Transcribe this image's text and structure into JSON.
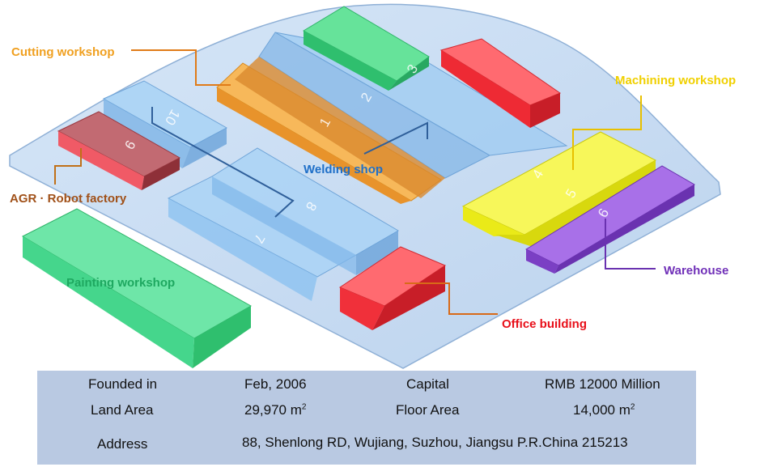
{
  "colors": {
    "ground": "#c9dcf2",
    "ground_stroke": "#8fb0d6",
    "cutting": "#f5a23a",
    "welding": "#9ecbf2",
    "green": "#52d88a",
    "red": "#f0303a",
    "machining": "#f2f224",
    "warehouse": "#8b4fd0",
    "agr": "#b24a52"
  },
  "buildings": {
    "b1": "1",
    "b2": "2",
    "b3": "3",
    "b4": "4",
    "b5": "5",
    "b6": "6",
    "b7": "7",
    "b8": "8",
    "b9": "9",
    "b10": "10"
  },
  "labels": {
    "cutting": "Cutting  workshop",
    "machining": "Machining workshop",
    "welding": "Welding shop",
    "agr": "AGR · Robot factory",
    "warehouse": "Warehouse",
    "office": "Office building",
    "painting": "Painting workshop"
  },
  "info": {
    "founded_label": "Founded in",
    "founded_value": "Feb, 2006",
    "capital_label": "Capital",
    "capital_value": "RMB 12000 Million",
    "land_label": "Land Area",
    "land_value": "29,970 m",
    "land_unit_sup": "2",
    "floor_label": "Floor Area",
    "floor_value": "14,000 m",
    "floor_unit_sup": "2",
    "address_label": "Address",
    "address_value": "88, Shenlong RD, Wujiang, Suzhou, Jiangsu P.R.China  215213"
  }
}
